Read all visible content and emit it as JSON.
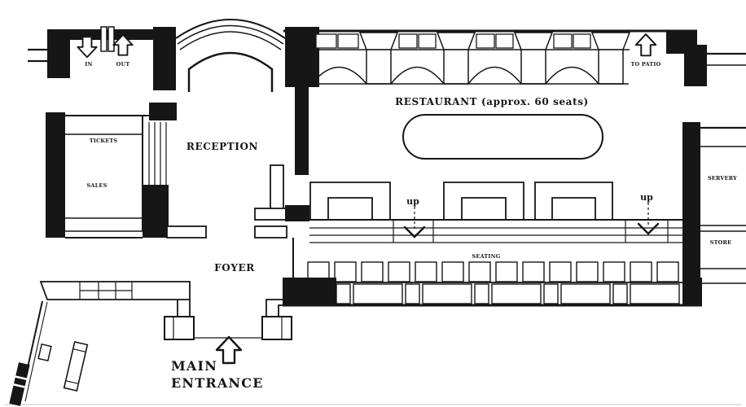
{
  "document": {
    "kind": "architectural floor plan",
    "ink_color": "#161616",
    "paper_color": "#ffffff"
  },
  "labels": {
    "restaurant": "RESTAURANT (approx. 60 seats)",
    "reception": "RECEPTION",
    "foyer": "FOYER",
    "tickets": "TICKETS",
    "sales": "SALES",
    "seating": "SEATING",
    "servery": "SERVERY",
    "store": "STORE",
    "to_patio": "TO PATIO",
    "in": "IN",
    "out": "OUT",
    "up_left": "up",
    "up_right": "up",
    "main_entrance_line1": "MAIN",
    "main_entrance_line2": "ENTRANCE"
  }
}
